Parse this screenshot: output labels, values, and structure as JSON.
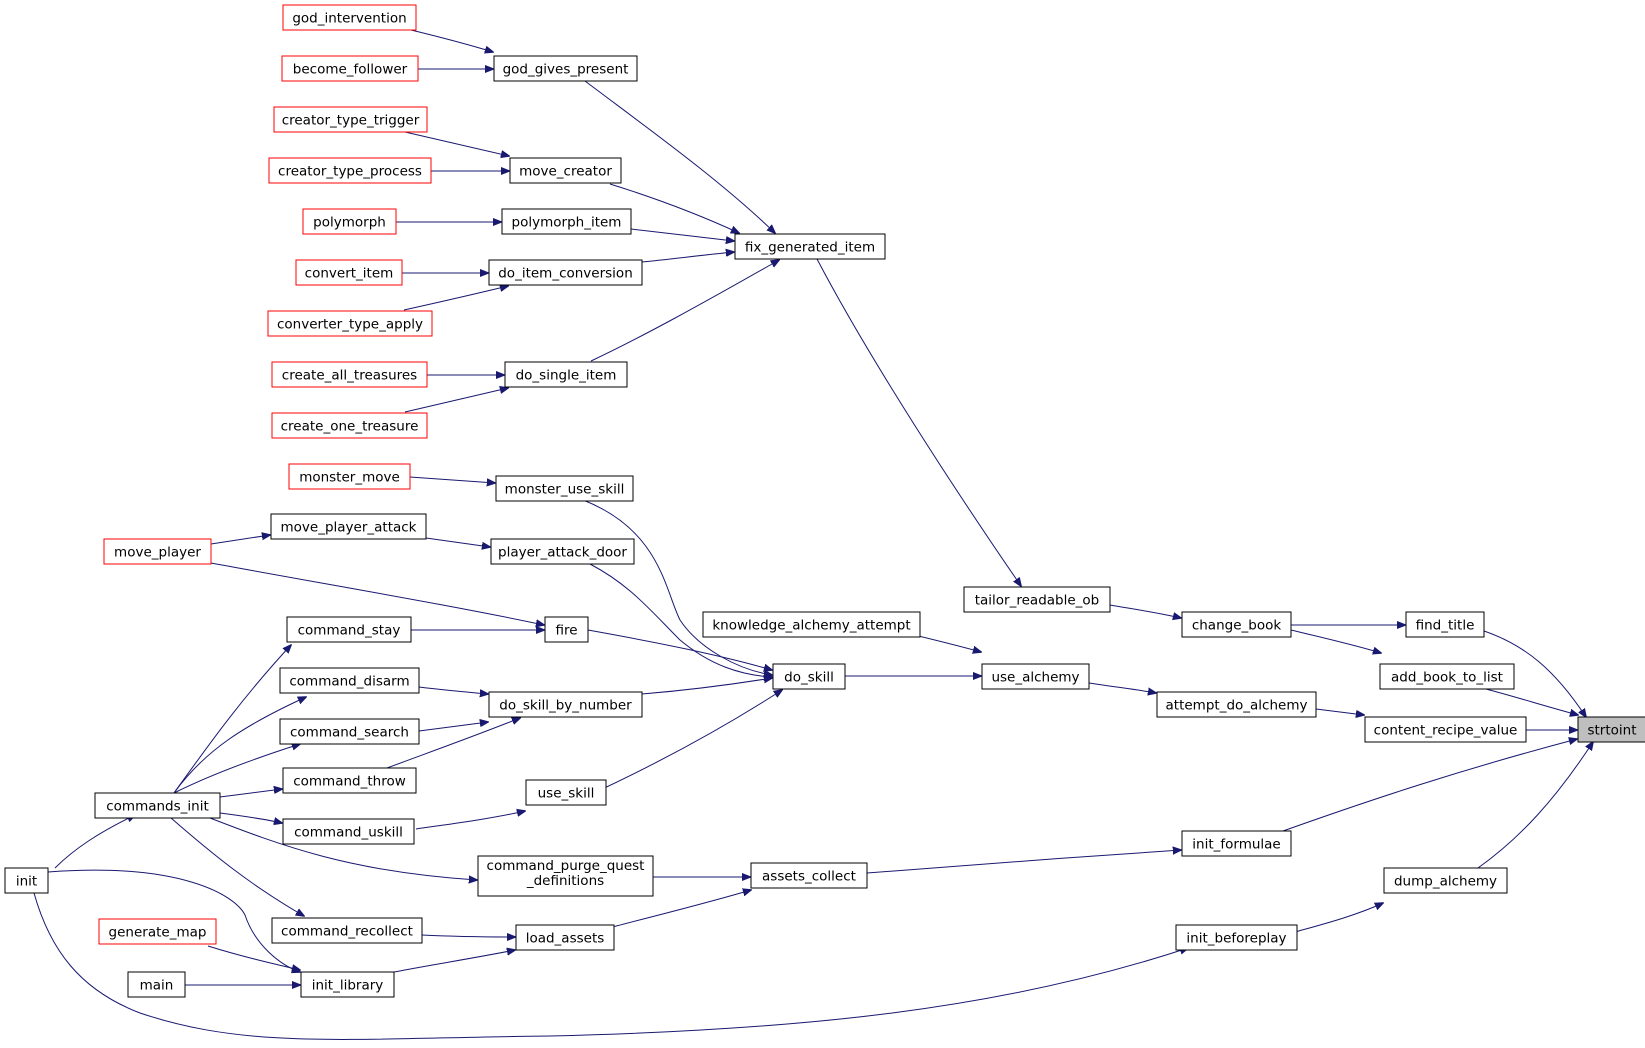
{
  "graph": {
    "edge_color": "#191970",
    "external_node_border": "#ff0000",
    "target_fill": "#bfbfbf",
    "nodes": [
      {
        "id": "god_intervention",
        "label": "god_intervention",
        "external": true
      },
      {
        "id": "god_gives_present",
        "label": "god_gives_present"
      },
      {
        "id": "become_follower",
        "label": "become_follower",
        "external": true
      },
      {
        "id": "creator_type_trigger",
        "label": "creator_type_trigger",
        "external": true
      },
      {
        "id": "move_creator",
        "label": "move_creator"
      },
      {
        "id": "creator_type_process",
        "label": "creator_type_process",
        "external": true
      },
      {
        "id": "polymorph",
        "label": "polymorph",
        "external": true
      },
      {
        "id": "polymorph_item",
        "label": "polymorph_item"
      },
      {
        "id": "fix_generated_item",
        "label": "fix_generated_item"
      },
      {
        "id": "convert_item",
        "label": "convert_item",
        "external": true
      },
      {
        "id": "do_item_conversion",
        "label": "do_item_conversion"
      },
      {
        "id": "converter_type_apply",
        "label": "converter_type_apply",
        "external": true
      },
      {
        "id": "create_all_treasures",
        "label": "create_all_treasures",
        "external": true
      },
      {
        "id": "do_single_item",
        "label": "do_single_item"
      },
      {
        "id": "create_one_treasure",
        "label": "create_one_treasure",
        "external": true
      },
      {
        "id": "monster_move",
        "label": "monster_move",
        "external": true
      },
      {
        "id": "monster_use_skill",
        "label": "monster_use_skill"
      },
      {
        "id": "move_player_attack",
        "label": "move_player_attack"
      },
      {
        "id": "move_player",
        "label": "move_player",
        "external": true
      },
      {
        "id": "player_attack_door",
        "label": "player_attack_door"
      },
      {
        "id": "tailor_readable_ob",
        "label": "tailor_readable_ob"
      },
      {
        "id": "knowledge_alchemy_attempt",
        "label": "knowledge_alchemy_attempt"
      },
      {
        "id": "change_book",
        "label": "change_book"
      },
      {
        "id": "find_title",
        "label": "find_title"
      },
      {
        "id": "command_stay",
        "label": "command_stay"
      },
      {
        "id": "fire",
        "label": "fire"
      },
      {
        "id": "do_skill",
        "label": "do_skill"
      },
      {
        "id": "use_alchemy",
        "label": "use_alchemy"
      },
      {
        "id": "add_book_to_list",
        "label": "add_book_to_list"
      },
      {
        "id": "command_disarm",
        "label": "command_disarm"
      },
      {
        "id": "do_skill_by_number",
        "label": "do_skill_by_number"
      },
      {
        "id": "attempt_do_alchemy",
        "label": "attempt_do_alchemy"
      },
      {
        "id": "strtoint",
        "label": "strtoint",
        "target": true
      },
      {
        "id": "command_search",
        "label": "command_search"
      },
      {
        "id": "content_recipe_value",
        "label": "content_recipe_value"
      },
      {
        "id": "command_throw",
        "label": "command_throw"
      },
      {
        "id": "use_skill",
        "label": "use_skill"
      },
      {
        "id": "commands_init",
        "label": "commands_init"
      },
      {
        "id": "command_uskill",
        "label": "command_uskill"
      },
      {
        "id": "init_formulae",
        "label": "init_formulae"
      },
      {
        "id": "command_purge_quest_definitions",
        "label": "command_purge_quest",
        "label2": "_definitions"
      },
      {
        "id": "assets_collect",
        "label": "assets_collect"
      },
      {
        "id": "dump_alchemy",
        "label": "dump_alchemy"
      },
      {
        "id": "init",
        "label": "init"
      },
      {
        "id": "generate_map",
        "label": "generate_map",
        "external": true
      },
      {
        "id": "command_recollect",
        "label": "command_recollect"
      },
      {
        "id": "load_assets",
        "label": "load_assets"
      },
      {
        "id": "init_beforeplay",
        "label": "init_beforeplay"
      },
      {
        "id": "main",
        "label": "main"
      },
      {
        "id": "init_library",
        "label": "init_library"
      }
    ]
  }
}
